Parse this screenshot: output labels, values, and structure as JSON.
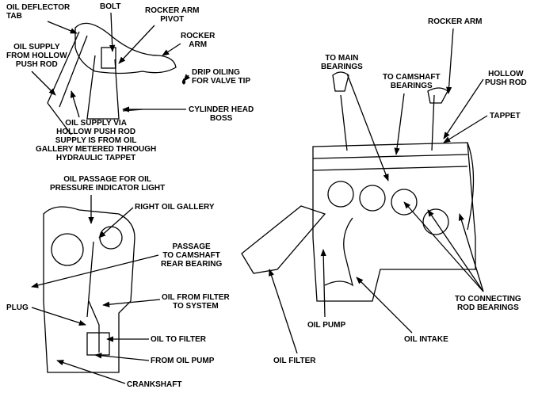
{
  "labels": {
    "oil_deflector_tab": "OIL DEFLECTOR\nTAB",
    "bolt": "BOLT",
    "rocker_arm_pivot": "ROCKER ARM\nPIVOT",
    "rocker_arm_left": "ROCKER\nARM",
    "oil_supply_hollow": "OIL SUPPLY\nFROM HOLLOW\nPUSH ROD",
    "drip_oiling": "DRIP OILING\nFOR VALVE TIP",
    "cylinder_head_boss": "CYLINDER HEAD\nBOSS",
    "oil_supply_via": "OIL SUPPLY VIA\nHOLLOW PUSH ROD\nSUPPLY IS FROM OIL\nGALLERY METERED THROUGH\nHYDRAULIC TAPPET",
    "oil_passage": "OIL PASSAGE FOR OIL\nPRESSURE INDICATOR LIGHT",
    "right_oil_gallery": "RIGHT OIL GALLERY",
    "passage_camshaft": "PASSAGE\nTO CAMSHAFT\nREAR BEARING",
    "oil_from_filter": "OIL FROM FILTER\nTO SYSTEM",
    "plug": "PLUG",
    "oil_to_filter": "OIL TO FILTER",
    "from_oil_pump": "FROM OIL PUMP",
    "crankshaft": "CRANKSHAFT",
    "rocker_arm_right": "ROCKER ARM",
    "to_main_bearings": "TO MAIN\nBEARINGS",
    "to_camshaft_bearings": "TO CAMSHAFT\nBEARINGS",
    "hollow_push_rod": "HOLLOW\nPUSH ROD",
    "tappet": "TAPPET",
    "to_connecting_rod": "TO CONNECTING\nROD BEARINGS",
    "oil_pump": "OIL PUMP",
    "oil_intake": "OIL INTAKE",
    "oil_filter": "OIL FILTER"
  }
}
